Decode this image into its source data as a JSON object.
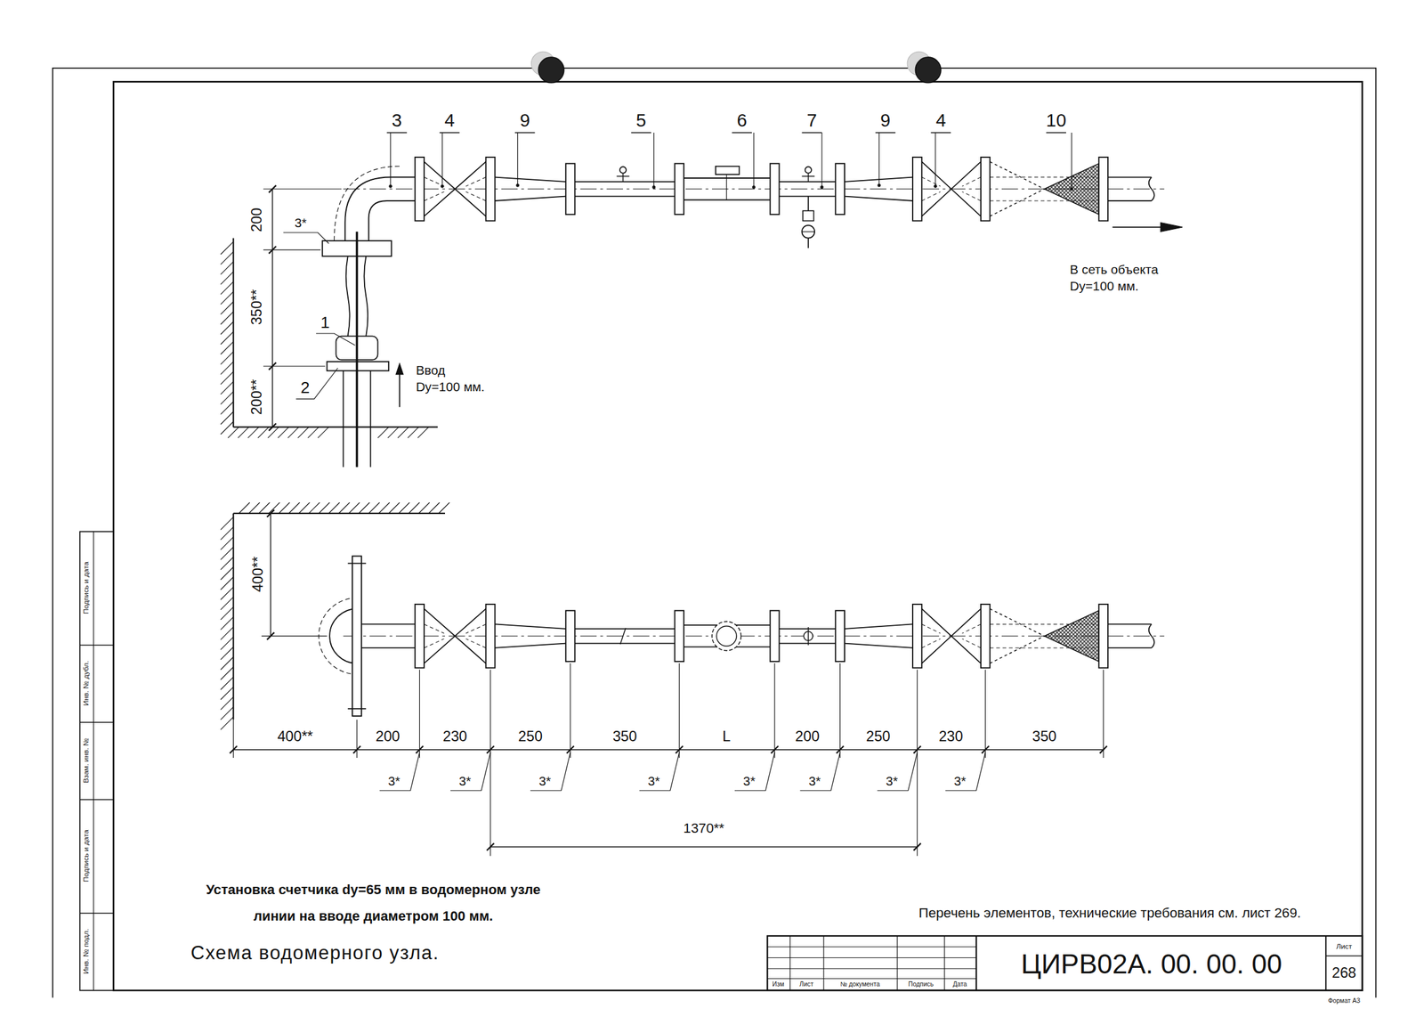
{
  "diagram": {
    "title": "Схема водомерного узла.",
    "caption": "Установка счетчика dy=65 мм в водомерном узле линии на вводе диаметром 100 мм.",
    "labels": [
      "3",
      "4",
      "9",
      "5",
      "6",
      "7",
      "9",
      "4",
      "10",
      "200",
      "3*",
      "350**",
      "1",
      "200**",
      "2",
      "Ввод Dy=100 мм.",
      "В сеть объекта Dy=100 мм.",
      "400**",
      "400**",
      "200",
      "230",
      "250",
      "350",
      "L",
      "200",
      "250",
      "230",
      "350",
      "3*",
      "3*",
      "3*",
      "3*",
      "3*",
      "3*",
      "3*",
      "3*",
      "1370**",
      "Перечень элементов, технические требования см. лист 269.",
      "Изм",
      "Лист",
      "№ документа",
      "Подпись",
      "Дата",
      "ЦИРВ02А. 00. 00. 00",
      "Лист",
      "268",
      "Формат А3",
      "Подпись и дата",
      "Инв. № дубл.",
      "Взам. инв. №",
      "Подпись и дата",
      "Инв. № подл."
    ]
  }
}
